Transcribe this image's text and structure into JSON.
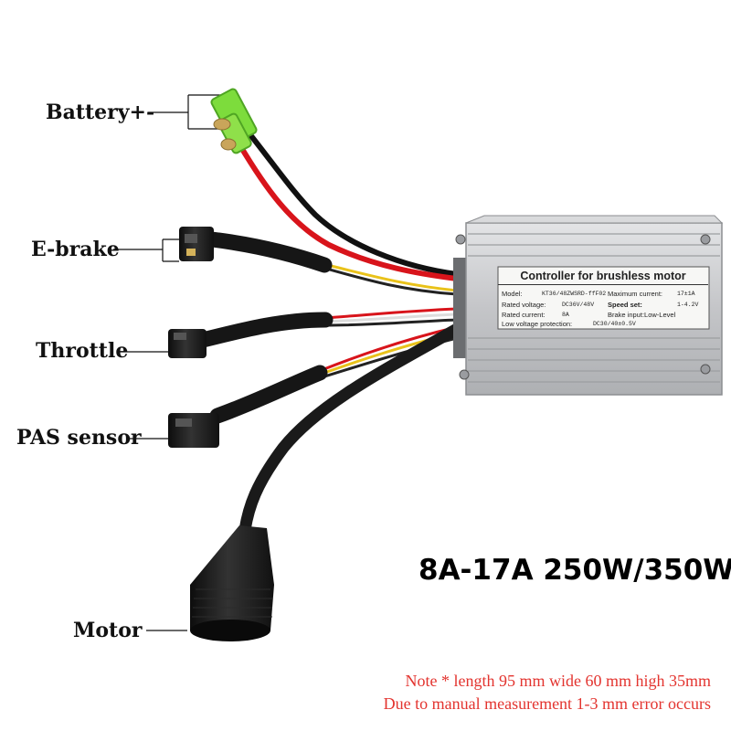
{
  "callouts": {
    "battery": "Battery+-",
    "ebrake": "E-brake",
    "throttle": "Throttle",
    "pas": "PAS sensor",
    "motor": "Motor"
  },
  "spec": "8A-17A 250W/350W",
  "note": {
    "line1": "Note * length 95 mm wide 60 mm high 35mm",
    "line2": "Due to manual measurement   1-3 mm error occurs"
  },
  "sticker": {
    "title": "Controller for brushless motor",
    "model_label": "Model:",
    "model_value": "KT36/48ZWSRD-ffF02",
    "max_current_label": "Maximum current:",
    "max_current_value": "17±1A",
    "rated_voltage_label": "Rated voltage:",
    "rated_voltage_value": "DC36V/48V",
    "speed_set_label": "Speed set:",
    "speed_set_value": "1-4.2V",
    "rated_current_label": "Rated current:",
    "rated_current_value": "8A",
    "brake_input": "Brake input:Low-Level",
    "low_voltage_label": "Low voltage protection:",
    "low_voltage_value": "DC30/40±0.5V"
  },
  "colors": {
    "background": "#ffffff",
    "note_text": "#e3342f",
    "housing": "#c9cacc",
    "cable": "#1a1a1a",
    "wire_red": "#d8141b",
    "wire_yellow": "#e9c21a",
    "terminal_green": "#7ddc3c"
  }
}
